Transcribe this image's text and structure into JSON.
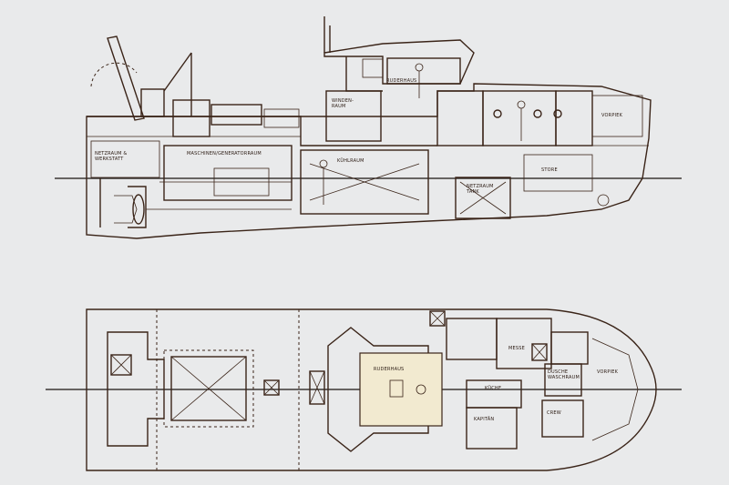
{
  "labels": {
    "side": {
      "ruderhaus": "RUDERHAUS",
      "windenraum": "WINDEN-\nRAUM",
      "vorpiek": "VORPIEK",
      "netzraum": "NETZRAUM &\nWERKSTATT",
      "maschinenraum": "MASCHINEN/GENERATORRAUM",
      "kuehlraum": "KÜHLRAUM",
      "store": "STORE",
      "netzraum_tank": "NETZRAUM\nTANK"
    },
    "plan": {
      "ruderhaus": "RUDERHAUS",
      "messe": "MESSE",
      "dusche": "DUSCHE\nWASCHRAUM",
      "vorpiek": "VORPIEK",
      "kueche": "KÜCHE",
      "kapitaen": "KAPITÄN",
      "crew": "CREW"
    }
  },
  "colors": {
    "background": "#e9eaeb",
    "line": "#3a2418",
    "wheelhouse_floor": "#f2ead0",
    "waterline": "#1a1410"
  }
}
